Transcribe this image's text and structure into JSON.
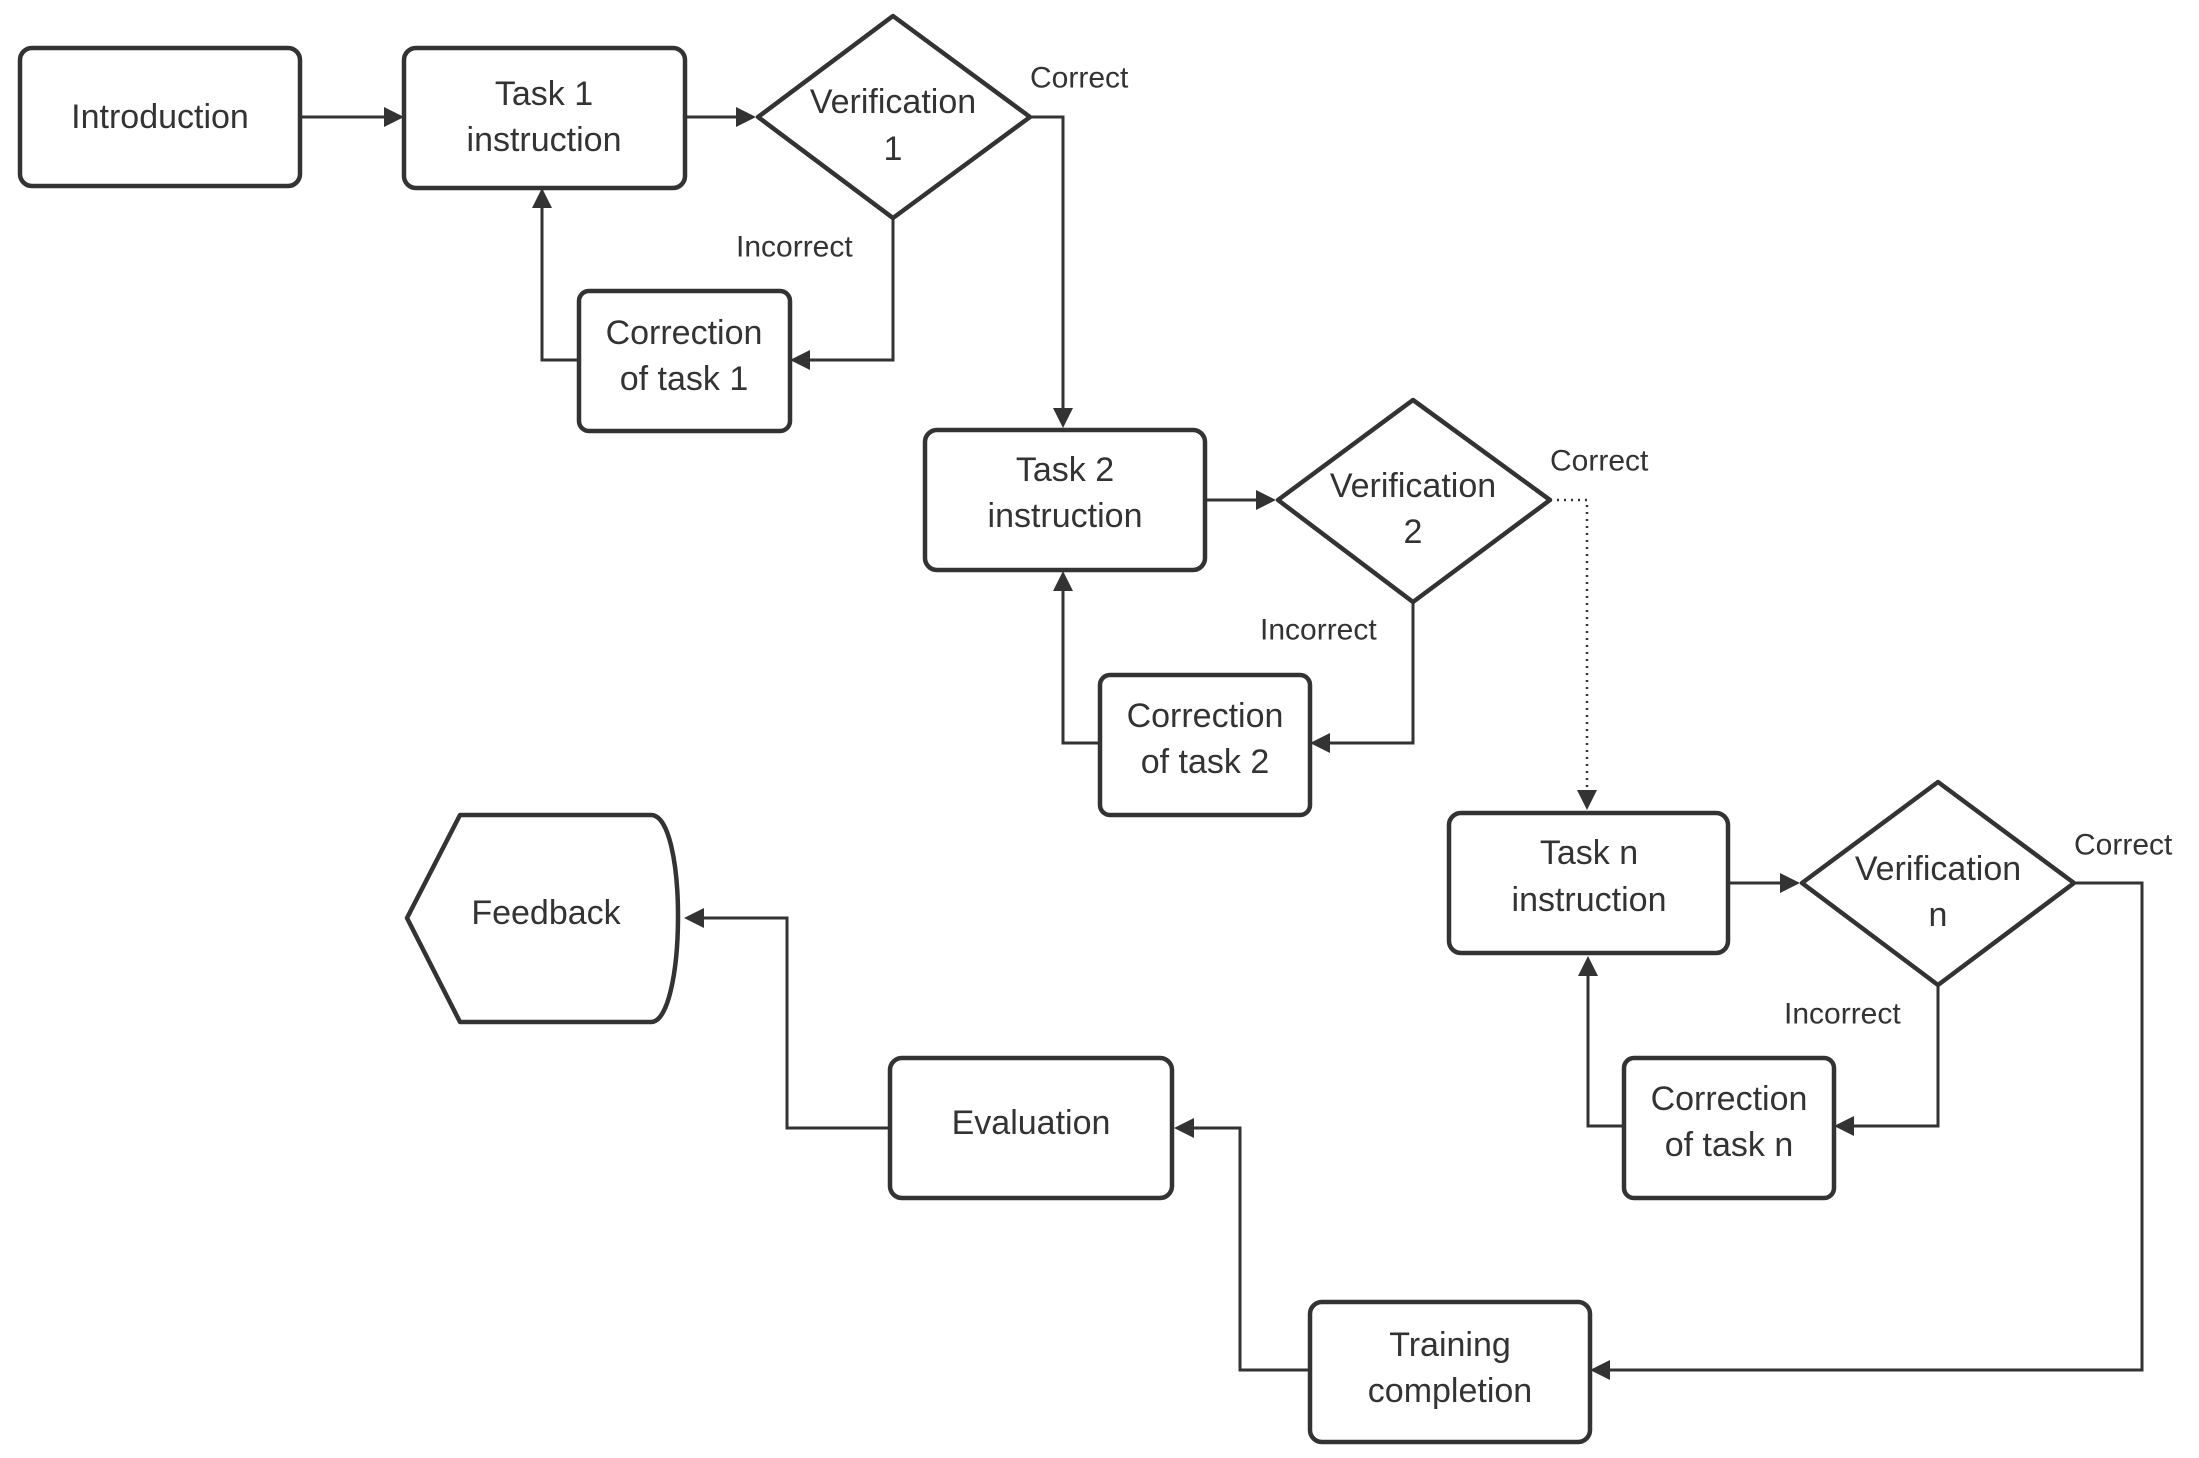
{
  "diagram": {
    "nodes": {
      "introduction": {
        "label": "Introduction"
      },
      "task1": {
        "line1": "Task 1",
        "line2": "instruction"
      },
      "verification1": {
        "line1": "Verification",
        "line2": "1"
      },
      "correction1": {
        "line1": "Correction",
        "line2": "of task 1"
      },
      "task2": {
        "line1": "Task 2",
        "line2": "instruction"
      },
      "verification2": {
        "line1": "Verification",
        "line2": "2"
      },
      "correction2": {
        "line1": "Correction",
        "line2": "of task 2"
      },
      "taskn": {
        "line1": "Task n",
        "line2": "instruction"
      },
      "verificationn": {
        "line1": "Verification",
        "line2": "n"
      },
      "correctionn": {
        "line1": "Correction",
        "line2": "of task n"
      },
      "training": {
        "line1": "Training",
        "line2": "completion"
      },
      "evaluation": {
        "label": "Evaluation"
      },
      "feedback": {
        "label": "Feedback"
      }
    },
    "edge_labels": {
      "correct1": "Correct",
      "incorrect1": "Incorrect",
      "correct2": "Correct",
      "incorrect2": "Incorrect",
      "correctn": "Correct",
      "incorrectn": "Incorrect"
    },
    "colors": {
      "stroke": "#333333",
      "fill": "#ffffff",
      "text": "#333333",
      "background": "#ffffff"
    }
  }
}
